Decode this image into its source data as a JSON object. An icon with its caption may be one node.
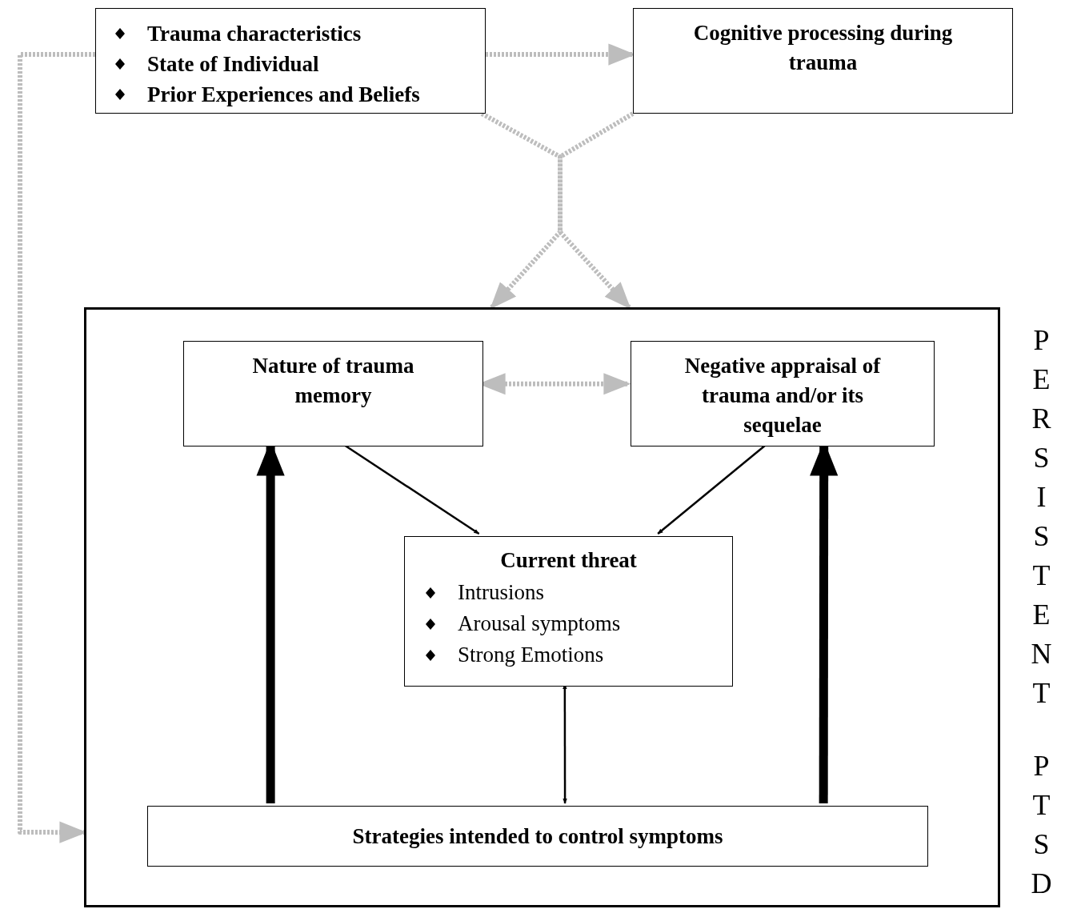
{
  "diagram": {
    "nodes": [
      {
        "text": [
          "Trauma characteristics",
          "State of Individual",
          "Prior Experiences and Beliefs"
        ]
      },
      {
        "text": [
          "Cognitive processing during trauma"
        ]
      },
      {
        "text": [
          "PERSISTENT",
          "PTSD"
        ]
      },
      {
        "text": [
          "Nature of trauma memory"
        ],
        "in": 2
      },
      {
        "text": [
          "Negative appraisal of trauma and/or its sequelae"
        ],
        "in": 2
      },
      {
        "text": [
          "Current threat",
          "Intrusions",
          "Arousal symptoms",
          "Strong Emotions"
        ],
        "in": 2
      },
      {
        "text": [
          "Strategies intended to control symptoms"
        ],
        "in": 2
      }
    ],
    "edges": [
      {
        "from": 0,
        "to": 1,
        "arrow": "to",
        "style": "dashed",
        "color": "#bdbdbd"
      },
      {
        "from": 0,
        "to": 2,
        "arrow": "to",
        "style": "dashed",
        "color": "#bdbdbd"
      },
      {
        "from": 1,
        "to": 2,
        "arrow": "to",
        "style": "dashed",
        "color": "#bdbdbd"
      },
      {
        "from": 3,
        "to": 4,
        "arrow": "both",
        "style": "dashed",
        "color": "#bdbdbd"
      },
      {
        "from": 3,
        "to": 5,
        "arrow": "to",
        "color": "#000000"
      },
      {
        "from": 4,
        "to": 5,
        "arrow": "to",
        "color": "#000000"
      },
      {
        "from": 5,
        "to": 6,
        "arrow": "both",
        "color": "#000000"
      },
      {
        "from": 6,
        "to": 3,
        "arrow": "to",
        "style": "thick",
        "color": "#000000"
      },
      {
        "from": 6,
        "to": 4,
        "arrow": "to",
        "style": "thick",
        "color": "#000000"
      },
      {
        "from": 0,
        "to": 2,
        "arrow": "to",
        "style": "dashed",
        "color": "#bdbdbd"
      }
    ]
  }
}
